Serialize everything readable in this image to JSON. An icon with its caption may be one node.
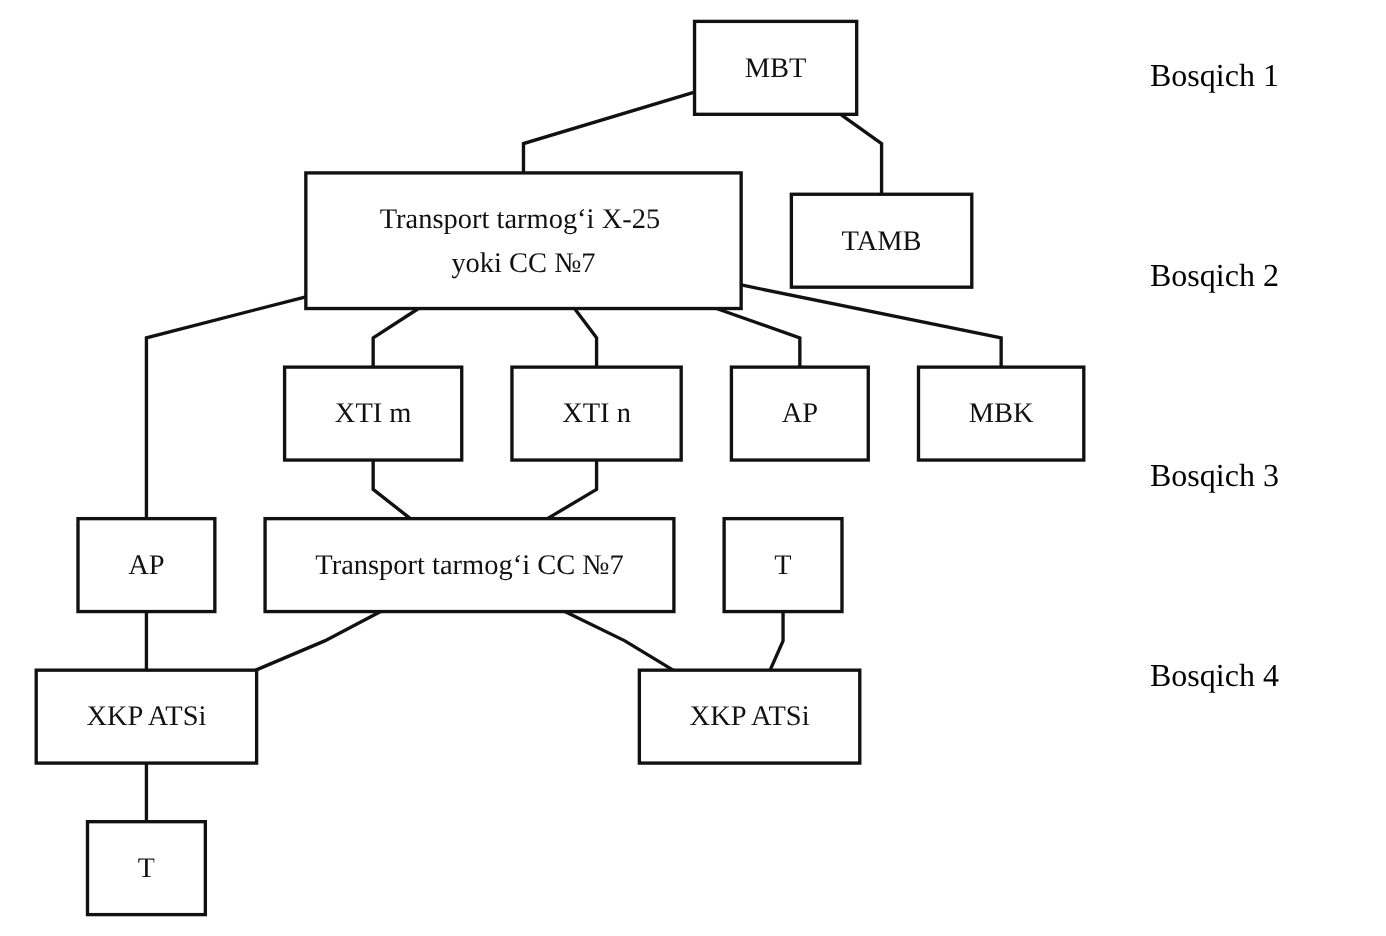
{
  "diagram": {
    "nodes": [
      {
        "text": [
          "MBT"
        ]
      },
      {
        "text": [
          "TAMB"
        ]
      },
      {
        "text": [
          "Transport tarmog‘i X-25 yoki CC №7"
        ]
      },
      {
        "text": [
          "MBK"
        ]
      },
      {
        "text": [
          "XTI n"
        ]
      },
      {
        "text": [
          "XTI m"
        ]
      },
      {
        "text": [
          "AP"
        ]
      },
      {
        "text": [
          "Transport tarmog‘i CC №7"
        ]
      },
      {
        "text": [
          "AP"
        ]
      },
      {
        "text": [
          "T"
        ]
      },
      {
        "text": [
          "XKP ATSi"
        ]
      },
      {
        "text": [
          "XKP ATSi"
        ]
      },
      {
        "text": [
          "T"
        ]
      }
    ],
    "edges": [
      {
        "from": 0,
        "to": 1,
        "arrow": "none"
      },
      {
        "from": 0,
        "to": 2,
        "arrow": "none"
      },
      {
        "from": 2,
        "to": 3,
        "arrow": "none"
      },
      {
        "from": 2,
        "to": 6,
        "arrow": "none"
      },
      {
        "from": 2,
        "to": 4,
        "arrow": "none"
      },
      {
        "from": 2,
        "to": 5,
        "arrow": "none"
      },
      {
        "from": 2,
        "to": 8,
        "arrow": "none"
      },
      {
        "from": 4,
        "to": 7,
        "arrow": "none"
      },
      {
        "from": 5,
        "to": 7,
        "arrow": "none"
      },
      {
        "from": 7,
        "to": 10,
        "arrow": "none"
      },
      {
        "from": 7,
        "to": 11,
        "arrow": "none"
      },
      {
        "from": 8,
        "to": 11,
        "arrow": "none"
      },
      {
        "from": 9,
        "to": 10,
        "arrow": "none"
      },
      {
        "from": 11,
        "to": 12,
        "arrow": "none"
      }
    ],
    "labels": [
      "Bosqich 1",
      "Bosqich 2",
      "Bosqich 3",
      "Bosqich 4"
    ]
  }
}
